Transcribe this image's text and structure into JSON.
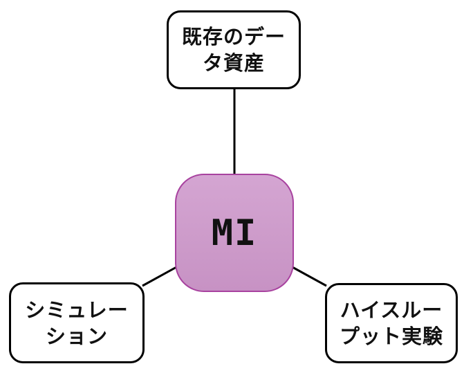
{
  "diagram": {
    "center_node": {
      "label": "MI"
    },
    "nodes": {
      "top": {
        "label": "既存のデータ資産",
        "lines": [
          "既存のデー",
          "タ資産"
        ]
      },
      "bottom_left": {
        "label": "シミュレーション",
        "lines": [
          "シミュレー",
          "ション"
        ]
      },
      "bottom_right": {
        "label": "ハイスループット実験",
        "lines": [
          "ハイスルー",
          "プット実験"
        ]
      }
    },
    "colors": {
      "background": "#ffffff",
      "center_fill": "#cd9bca",
      "center_border": "#a8429f",
      "node_fill": "#ffffff",
      "node_border": "#000000",
      "connector": "#000000",
      "text": "#111111"
    }
  }
}
